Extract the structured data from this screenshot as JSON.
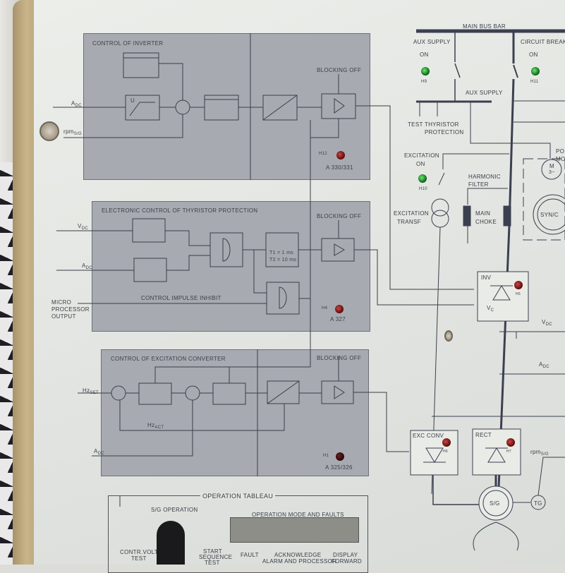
{
  "inverter": {
    "title": "CONTROL OF INVERTER",
    "input_a": "A",
    "input_a_sub": "DC",
    "input_rpm": "rpm",
    "input_rpm_sub": "S/G",
    "blocking": "BLOCKING OFF",
    "lamp": "H12",
    "card": "A 330/331",
    "ramp_label": "U",
    "lamp_color": "#8a1414"
  },
  "thyristor": {
    "title": "ELECTRONIC CONTROL OF THYRISTOR PROTECTION",
    "input_v": "V",
    "input_v_sub": "DC",
    "input_a": "A",
    "input_a_sub": "DC",
    "t1": "T1 =  1 ms",
    "t2": "T2 = 10 ms",
    "inhibit": "CONTROL IMPULSE INHIBIT",
    "micro": "MICRO",
    "processor": "PROCESSOR",
    "output": "OUTPUT",
    "blocking": "BLOCKING OFF",
    "lamp": "H4",
    "card": "A 327"
  },
  "excitation": {
    "title": "CONTROL OF EXCITATION CONVERTER",
    "hz_set": "Hz",
    "hz_set_sub": "SET",
    "hz_act": "Hz",
    "hz_act_sub": "ACT",
    "input_a": "A",
    "input_a_sub": "DC",
    "blocking": "BLOCKING OFF",
    "lamp": "H1",
    "card": "A 325/326"
  },
  "schematic": {
    "main_bus": "MAIN BUS BAR",
    "aux_supply": "AUX SUPPLY",
    "aux_on": "ON",
    "h9": "H9",
    "circuit_breaker": "CIRCUIT BREAK",
    "cb_on": "ON",
    "h11": "H11",
    "aux_supply2": "AUX SUPPLY",
    "test": "TEST THYRISTOR",
    "protection": "PROTECTION",
    "excitation": "EXCITATION",
    "exc_on": "ON",
    "h10": "H10",
    "harmonic": "HARMONIC",
    "filter": "FILTER",
    "exc_transf1": "EXCITATION",
    "exc_transf2": "TRANSF",
    "main_choke1": "MAIN",
    "main_choke2": "CHOKE",
    "motor_label1": "PO",
    "motor_label2": "MO",
    "motor": "M",
    "motor_phase": "3~",
    "syn": "SYN/C",
    "inv": "INV",
    "h5": "H5",
    "vc": "V",
    "vc_sub": "C",
    "vdc": "V",
    "vdc_sub": "DC",
    "adc": "A",
    "adc_sub": "DC",
    "exc_conv": "EXC CONV",
    "h6": "H6",
    "rect": "RECT",
    "h7": "H7",
    "rpm": "rpm",
    "rpm_sub": "S/G",
    "sg": "S/G",
    "tg": "TG",
    "green": "#1a8a2a",
    "red": "#7a1010"
  },
  "tableau": {
    "title": "OPERATION TABLEAU",
    "sg_operation": "S/G OPERATION",
    "contr_volt": "CONTR.VOLT",
    "contr_test": "TEST",
    "start": "START",
    "sequence": "SEQUENCE",
    "start_test": "TEST",
    "display_title": "OPERATION MODE AND FAULTS",
    "display_value": "",
    "fault": "FAULT",
    "acknowledge": "ACKNOWLEDGE",
    "alarm": "ALARM AND PROCESSOR",
    "display": "DISPLAY",
    "forward": "FORWARD"
  }
}
